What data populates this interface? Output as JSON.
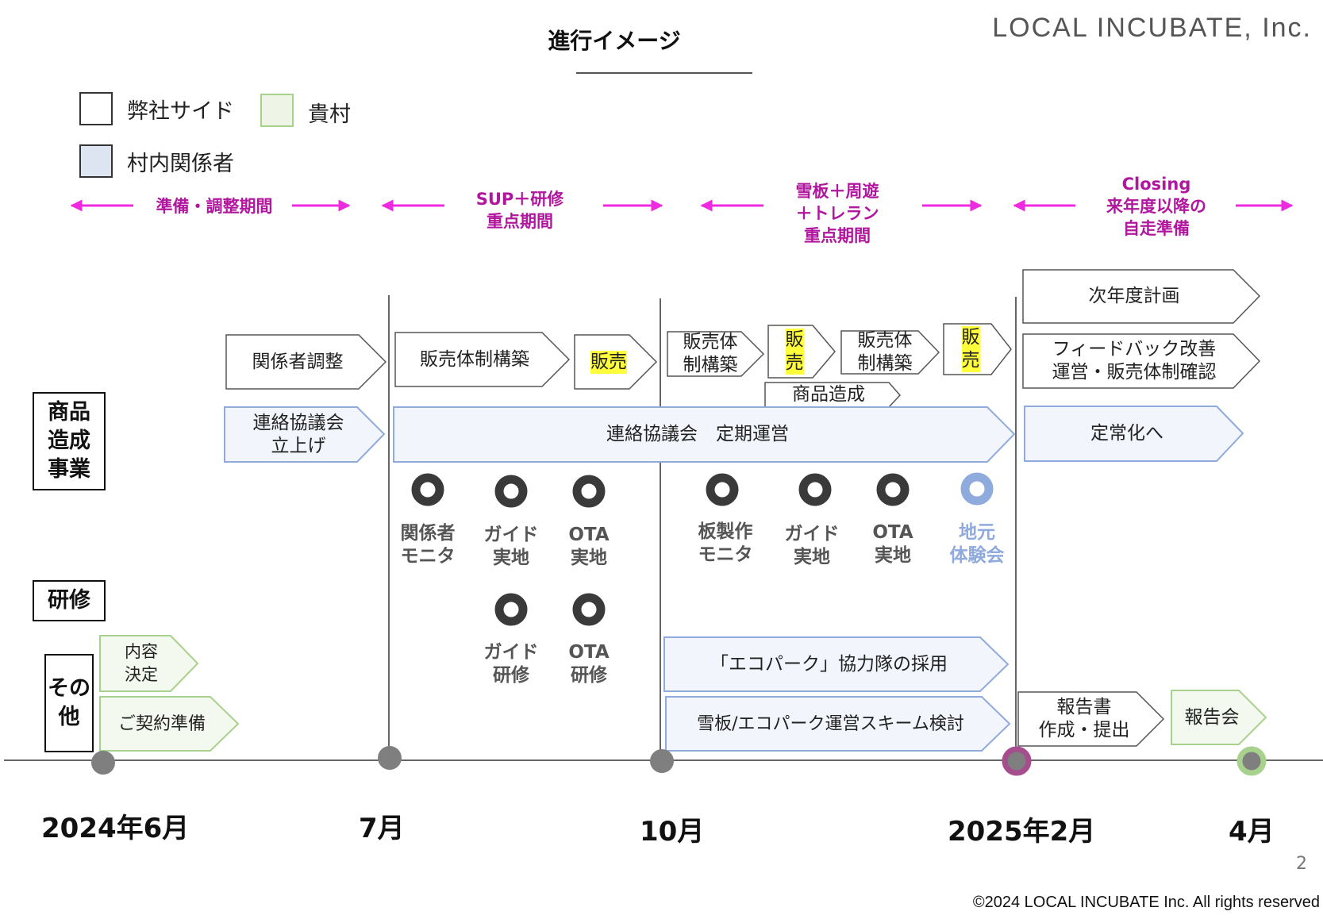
{
  "title": "進行イメージ",
  "logo": "LOCAL INCUBATE, Inc.",
  "legend": [
    {
      "label": "弊社サイド",
      "fill": "#ffffff"
    },
    {
      "label": "貴村",
      "fill": "#eef5e6"
    },
    {
      "label": "村内関係者",
      "fill": "#dde5f3"
    }
  ],
  "colors": {
    "phase": "#b0179e",
    "arrow": "#ee2ae0",
    "green_border": "#a9d18e",
    "blue_border": "#8faadc",
    "highlight": "#ffff3c",
    "milestone_dark": "#3a3a3a",
    "milestone_blue": "#8faadc",
    "date_gray": "#7f7f7f",
    "date_pink": "#a64d8e",
    "date_green": "#a9d18e"
  },
  "phases": [
    {
      "label": "準備・調整期間"
    },
    {
      "label": "SUP＋研修\n重点期間"
    },
    {
      "label": "雪板＋周遊\n＋トレラン\n重点期間"
    },
    {
      "label": "Closing\n来年度以降の\n自走準備"
    }
  ],
  "rows": {
    "product": "商品\n造成\n事業",
    "training": "研修",
    "other": "その\n他"
  },
  "tasks": {
    "stakeholder_adjust": "関係者調整",
    "sales_setup_1": "販売体制構築",
    "sales_1": "販売",
    "sales_setup_2": "販売体\n制構築",
    "sales_2": "販\n売",
    "sales_setup_3": "販売体\n制構築",
    "sales_3": "販\n売",
    "product_build": "商品造成",
    "next_year_plan": "次年度計画",
    "feedback": "フィードバック改善\n運営・販売体制確認",
    "council_launch": "連絡協議会\n立上げ",
    "council_regular": "連絡協議会　定期運営",
    "regularize": "定常化へ",
    "content_decide": "内容\n決定",
    "contract_prep": "ご契約準備",
    "ecopark_hire": "「エコパーク」協力隊の採用",
    "scheme_review": "雪板/エコパーク運営スキーム検討",
    "report_make": "報告書\n作成・提出",
    "report_meeting": "報告会"
  },
  "milestones": {
    "stakeholder_monitor": "関係者\nモニタ",
    "guide_field_1": "ガイド\n実地",
    "ota_field_1": "OTA\n実地",
    "board_monitor": "板製作\nモニタ",
    "guide_field_2": "ガイド\n実地",
    "ota_field_2": "OTA\n実地",
    "local_experience": "地元\n体験会",
    "guide_training": "ガイド\n研修",
    "ota_training": "OTA\n研修"
  },
  "timeline": [
    {
      "label": "2024年6月"
    },
    {
      "label": "7月"
    },
    {
      "label": "10月"
    },
    {
      "label": "2025年2月"
    },
    {
      "label": "4月"
    }
  ],
  "page_number": "2",
  "copyright": "©2024 LOCAL INCUBATE Inc. All rights reserved"
}
